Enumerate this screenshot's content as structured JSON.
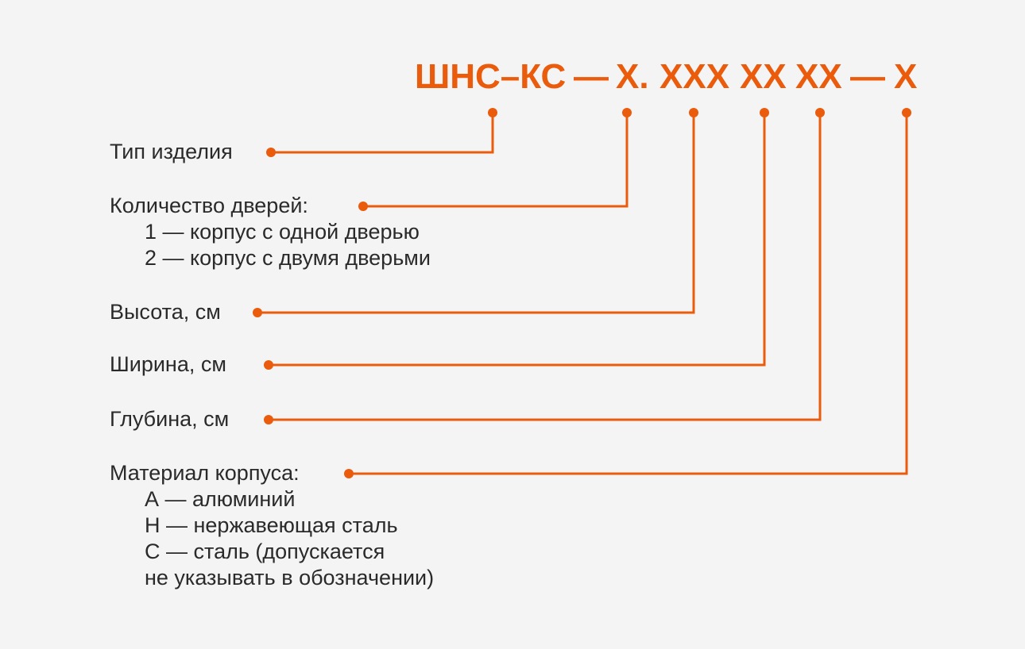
{
  "designation": {
    "prefix": "ШНС–КС",
    "dash1": "—",
    "doors": "Х.",
    "height": "ХХХ",
    "width": "ХХ",
    "depth": "ХХ",
    "dash2": "—",
    "material": "Х"
  },
  "fields": {
    "type": {
      "label": "Тип изделия"
    },
    "doors": {
      "label": "Количество дверей:",
      "options": [
        "1 — корпус с одной дверью",
        "2 — корпус с двумя дверьми"
      ]
    },
    "height": {
      "label": "Высота, см"
    },
    "width": {
      "label": "Ширина, см"
    },
    "depth": {
      "label": "Глубина, см"
    },
    "material": {
      "label": "Материал корпуса:",
      "options": [
        "А — алюминий",
        "Н — нержавеющая сталь",
        "С — сталь (допускается",
        "не указывать в обозначении)"
      ]
    }
  },
  "colors": {
    "accent": "#ea5b0c",
    "text": "#2a2a2a",
    "background": "#f4f4f4"
  }
}
